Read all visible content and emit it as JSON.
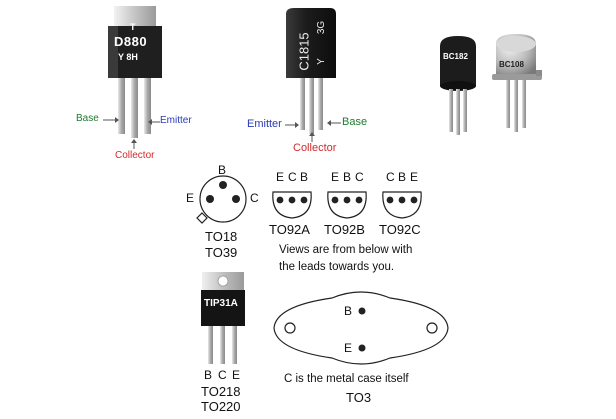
{
  "photos": {
    "d880": {
      "marking_line1": "T",
      "marking_line2": "D880",
      "marking_line3": "Y  8H",
      "label_base": "Base",
      "label_emitter": "Emitter",
      "label_collector": "Collector"
    },
    "c1815": {
      "marking_main": "C1815",
      "marking_y": "Y",
      "marking_3g": "3G",
      "label_emitter": "Emitter",
      "label_base": "Base",
      "label_collector": "Collector"
    },
    "bc182": {
      "marking": "BC182"
    },
    "bc108": {
      "marking": "BC108"
    }
  },
  "to18": {
    "pin_top": "B",
    "pin_left": "E",
    "pin_right": "C",
    "name_line1": "TO18",
    "name_line2": "TO39"
  },
  "to92": [
    {
      "pins": [
        "E",
        "C",
        "B"
      ],
      "name": "TO92A"
    },
    {
      "pins": [
        "E",
        "B",
        "C"
      ],
      "name": "TO92B"
    },
    {
      "pins": [
        "C",
        "B",
        "E"
      ],
      "name": "TO92C"
    }
  ],
  "note": {
    "line1": "Views are from below with",
    "line2": "the leads towards you."
  },
  "to220": {
    "marking": "TIP31A",
    "pins": [
      "B",
      "C",
      "E"
    ],
    "name_line1": "TO218",
    "name_line2": "TO220"
  },
  "to3": {
    "pin_b": "B",
    "pin_e": "E",
    "caption": "C is the metal case itself",
    "name": "TO3"
  },
  "colors": {
    "base_label": "#1f7a2e",
    "emitter_label": "#2a3bb8",
    "collector_label": "#d22a2a",
    "transistor_body": "#1a1a1a",
    "lead_metal": "#b8b8b8",
    "metal_case": "#c9c9c9"
  }
}
